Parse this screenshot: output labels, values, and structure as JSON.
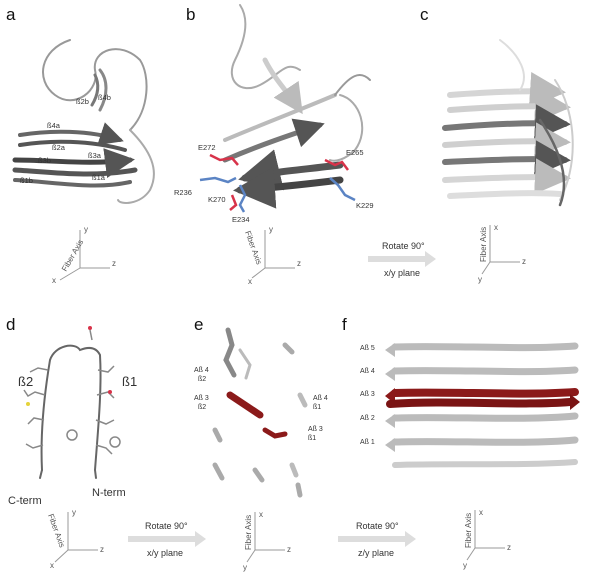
{
  "panels": {
    "a": {
      "letter": "a",
      "strands": [
        "ß2b",
        "ß4b",
        "ß4a",
        "ß2a",
        "ß3a",
        "ß3b",
        "ß1b",
        "ß1a"
      ],
      "axis": {
        "fiber": "Fiber Axis",
        "x": "x",
        "y": "y",
        "z": "z"
      }
    },
    "b": {
      "letter": "b",
      "residues": [
        "E272",
        "E265",
        "R236",
        "K270",
        "E234",
        "K229"
      ],
      "axis": {
        "fiber": "Fiber Axis",
        "x": "x",
        "y": "y",
        "z": "z"
      }
    },
    "c": {
      "letter": "c",
      "axis": {
        "fiber": "Fiber Axis",
        "x": "x",
        "y": "y",
        "z": "z"
      }
    },
    "d": {
      "letter": "d",
      "labels": {
        "b2": "ß2",
        "b1": "ß1",
        "cterm": "C-term",
        "nterm": "N-term"
      },
      "axis": {
        "fiber": "Fiber Axis",
        "x": "x",
        "y": "y",
        "z": "z"
      }
    },
    "e": {
      "letter": "e",
      "labels": [
        "Aß 4",
        "ß2",
        "Aß 3",
        "ß2",
        "Aß 4",
        "ß1",
        "Aß 3",
        "ß1"
      ],
      "axis": {
        "fiber": "Fiber Axis",
        "x": "x",
        "y": "y",
        "z": "z"
      }
    },
    "f": {
      "letter": "f",
      "labels": [
        "Aß 5",
        "Aß 4",
        "Aß 3",
        "Aß 2",
        "Aß 1"
      ],
      "axis": {
        "fiber": "Fiber Axis",
        "x": "x",
        "y": "y",
        "z": "z"
      }
    }
  },
  "rotations": [
    {
      "line1": "Rotate 90°",
      "line2": "x/y plane"
    },
    {
      "line1": "Rotate 90°",
      "line2": "x/y plane"
    },
    {
      "line1": "Rotate 90°",
      "line2": "z/y plane"
    }
  ],
  "colors": {
    "highlight": "#8b1a1a",
    "acidic": "#d8334a",
    "basic": "#5b84c4",
    "strand_dark": "#555555",
    "strand_light": "#cccccc"
  }
}
